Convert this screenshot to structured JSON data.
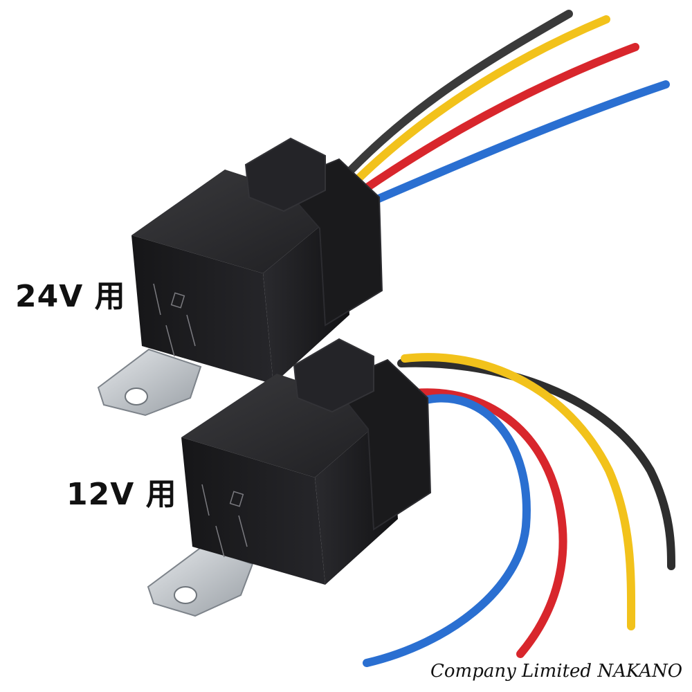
{
  "labels": {
    "relay_24v": "24V 用",
    "relay_12v": "12V 用"
  },
  "credit": "Company Limited NAKANO",
  "colors": {
    "wire_black": "#3a3a3a",
    "wire_yellow": "#f2c21b",
    "wire_red": "#d8262c",
    "wire_blue": "#2a6fd1",
    "relay_body": "#1c1c1e",
    "bracket": "#b9bec4"
  }
}
